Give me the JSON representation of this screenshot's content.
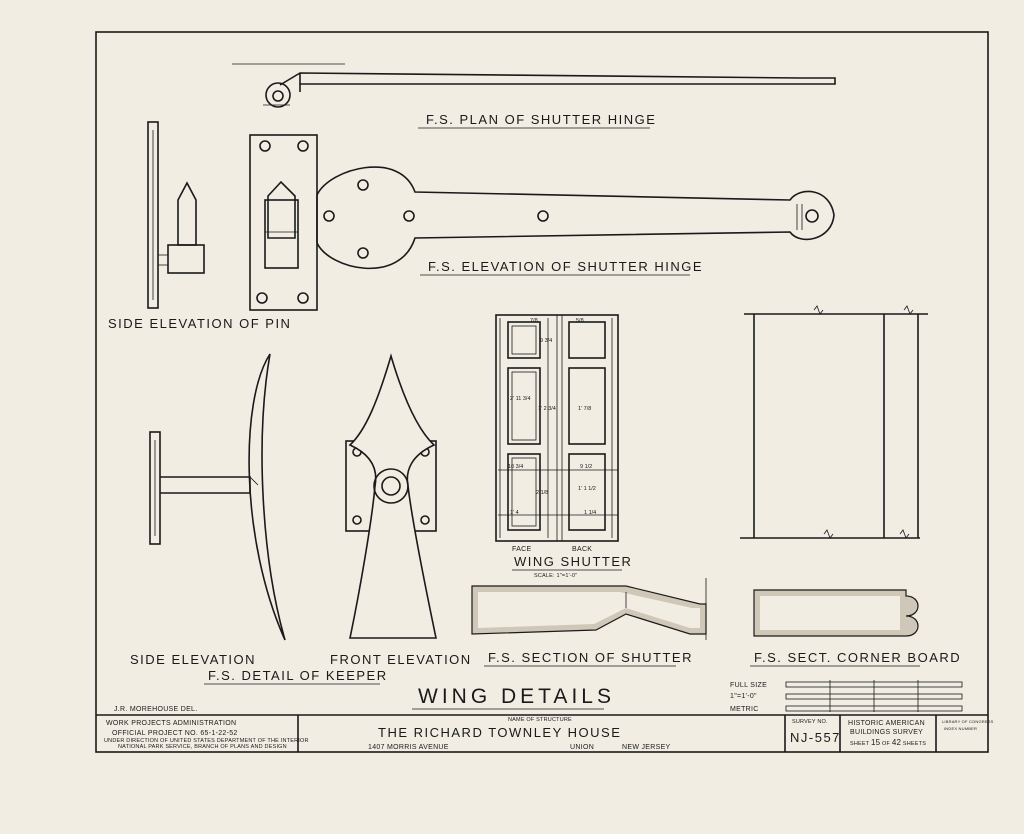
{
  "drawing": {
    "title": "WING DETAILS",
    "draftsman": "J.R. MOREHOUSE DEL.",
    "labels": {
      "plan_hinge": "F.S. PLAN OF SHUTTER HINGE",
      "elevation_hinge": "F.S. ELEVATION OF SHUTTER HINGE",
      "side_pin": "SIDE ELEVATION OF PIN",
      "side_elevation": "SIDE ELEVATION",
      "detail_keeper": "F.S. DETAIL OF KEEPER",
      "front_elevation": "FRONT ELEVATION",
      "section_shutter": "F.S. SECTION OF SHUTTER",
      "corner_board": "F.S. SECT. CORNER BOARD",
      "wing_shutter": "WING SHUTTER",
      "wing_scale": "SCALE: 1\"=1'-0\"",
      "face": "FACE",
      "back": "BACK"
    },
    "dimensions": [
      "7/8",
      "9 3/4",
      "5/8",
      "2' 11 3/4",
      "1' 2 3/4",
      "1' 7/8",
      "1' 1 1/2",
      "2 1/8",
      "1' 4",
      "10 3/4",
      "9 1/2",
      "1 1/4"
    ]
  },
  "scale": {
    "full_size": "FULL SIZE",
    "foot_scale": "1\"=1'-0\"",
    "metric": "METRIC"
  },
  "title_block": {
    "wpa_line1": "WORK PROJECTS ADMINISTRATION",
    "wpa_line2": "OFFICIAL PROJECT NO. 65-1-22-52",
    "wpa_line3": "UNDER DIRECTION OF UNITED STATES DEPARTMENT OF THE INTERIOR",
    "wpa_line4": "NATIONAL PARK SERVICE, BRANCH OF PLANS AND DESIGN",
    "name_caption": "NAME OF STRUCTURE",
    "structure_name": "THE RICHARD TOWNLEY HOUSE",
    "address": "1407 MORRIS AVENUE",
    "city": "UNION",
    "state": "NEW JERSEY",
    "survey_caption": "SURVEY NO.",
    "survey_no": "NJ-557",
    "habs_line1": "HISTORIC AMERICAN",
    "habs_line2": "BUILDINGS SURVEY",
    "sheet_prefix": "SHEET",
    "sheet_no": "15",
    "sheet_of": "OF",
    "sheet_total": "42",
    "sheet_suffix": "SHEETS",
    "loc_line1": "LIBRARY OF CONGRESS",
    "loc_line2": "INDEX NUMBER"
  }
}
